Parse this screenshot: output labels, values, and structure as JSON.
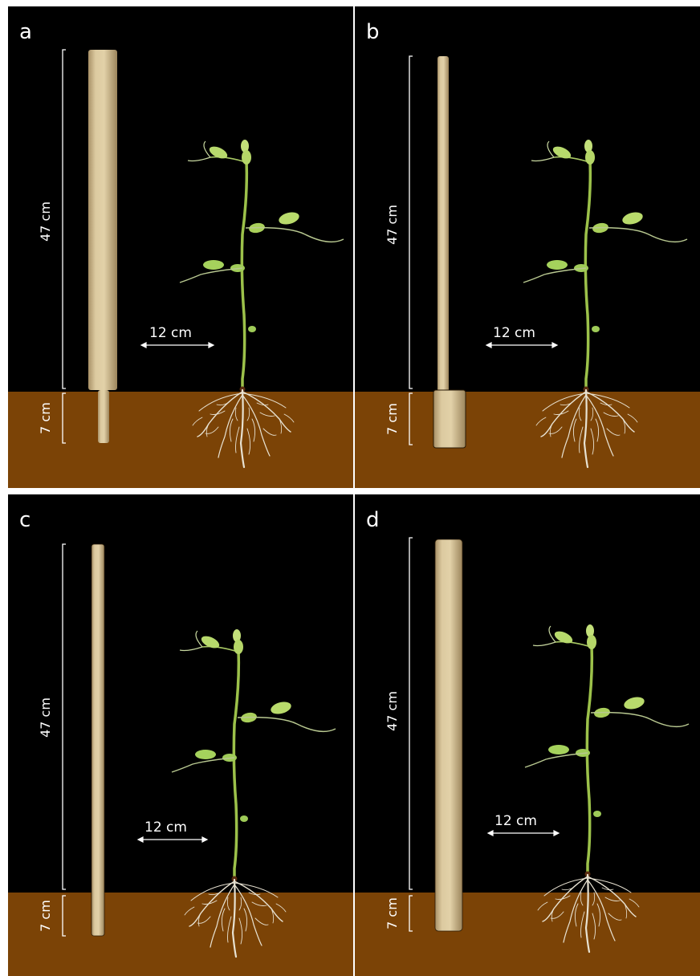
{
  "colors": {
    "background": "#000000",
    "soil": "#7b4306",
    "stick": "#d5c195",
    "stem": "#9cc14a",
    "leaf": "#b7d96c",
    "root": "#e8e2d2",
    "divider": "#ffffff"
  },
  "panels": [
    {
      "label": "a",
      "above_height": "47 cm",
      "below_height": "7 cm",
      "spacing": "12 cm"
    },
    {
      "label": "b",
      "above_height": "47 cm",
      "below_height": "7 cm",
      "spacing": "12 cm"
    },
    {
      "label": "c",
      "above_height": "47 cm",
      "below_height": "7 cm",
      "spacing": "12 cm"
    },
    {
      "label": "d",
      "above_height": "47 cm",
      "below_height": "7 cm",
      "spacing": "12 cm"
    }
  ]
}
